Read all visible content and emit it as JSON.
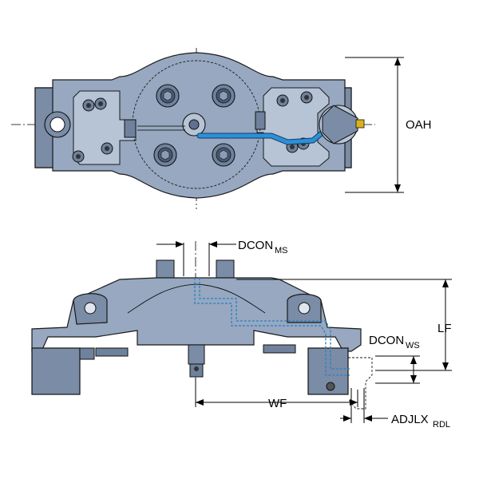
{
  "labels": {
    "oah": "OAH",
    "dcon_ms_main": "DCON",
    "dcon_ms_sub": "MS",
    "lf": "LF",
    "dcon_ws_main": "DCON",
    "dcon_ws_sub": "WS",
    "wf": "WF",
    "adjlx_rdl_main": "ADJLX",
    "adjlx_rdl_sub": "RDL"
  },
  "colors": {
    "body": "#97a8c0",
    "body_dark": "#7a8ca6",
    "coolant": "#2f8fd6",
    "insert": "#d9b21a"
  }
}
